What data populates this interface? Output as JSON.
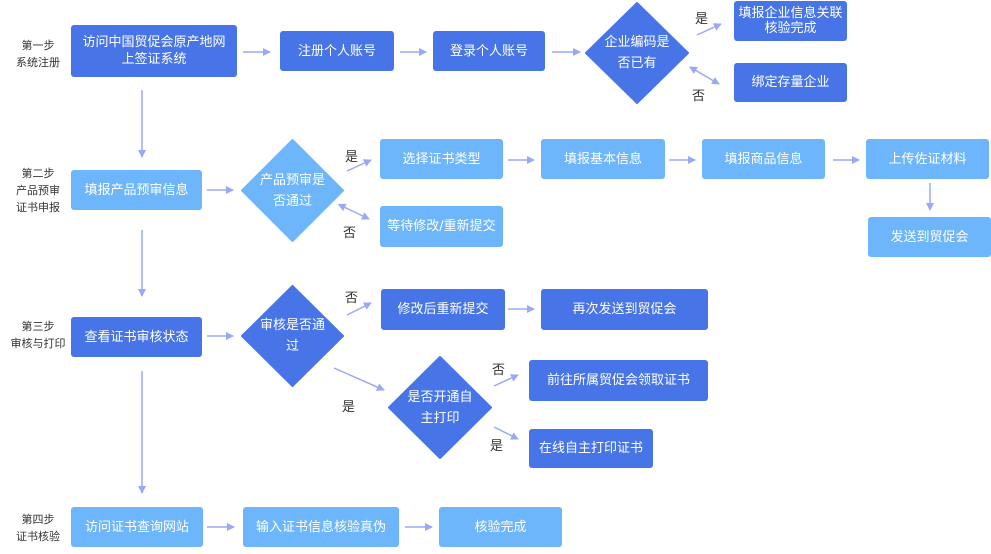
{
  "colors": {
    "dark_box": "#4775e8",
    "light_box": "#6eb6fc",
    "arrow": "#9aa8f5",
    "label_text": "#333333"
  },
  "steps": [
    {
      "title": "第一步",
      "subtitle": [
        "系统注册"
      ]
    },
    {
      "title": "第二步",
      "subtitle": [
        "产品预审",
        "证书申报"
      ]
    },
    {
      "title": "第三步",
      "subtitle": [
        "审核与打印"
      ]
    },
    {
      "title": "第四步",
      "subtitle": [
        "证书核验"
      ]
    }
  ],
  "step1": {
    "visit": [
      "访问中国贸促会原产地网",
      "上签证系统"
    ],
    "register": "注册个人账号",
    "login": "登录个人账号",
    "decision": [
      "企业编码是",
      "否已有"
    ],
    "yes_label": "是",
    "no_label": "否",
    "yes_result": [
      "填报企业信息关联",
      "核验完成"
    ],
    "no_result": "绑定存量企业"
  },
  "step2": {
    "fill_pre": "填报产品预审信息",
    "decision": [
      "产品预审是",
      "否通过"
    ],
    "yes_label": "是",
    "no_label": "否",
    "select_type": "选择证书类型",
    "fill_basic": "填报基本信息",
    "fill_goods": "填报商品信息",
    "upload": "上传佐证材料",
    "send": "发送到贸促会",
    "wait": "等待修改/重新提交"
  },
  "step3": {
    "check_status": "查看证书审核状态",
    "decision": [
      "审核是否通",
      "过"
    ],
    "no_label": "否",
    "yes_label": "是",
    "resubmit": "修改后重新提交",
    "resend": "再次发送到贸促会",
    "print_decision": [
      "是否开通自",
      "主打印"
    ],
    "print_no_label": "否",
    "print_yes_label": "是",
    "go_collect": "前往所属贸促会领取证书",
    "online_print": "在线自主打印证书"
  },
  "step4": {
    "visit_site": "访问证书查询网站",
    "input_verify": "输入证书信息核验真伪",
    "done": "核验完成"
  }
}
